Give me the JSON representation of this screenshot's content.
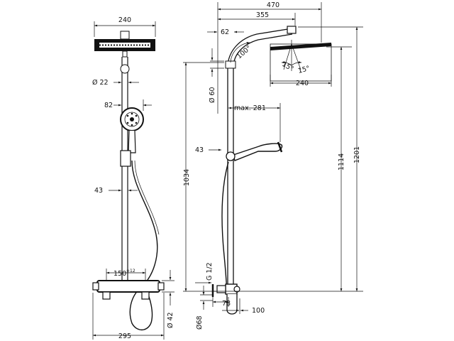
{
  "diagram": {
    "front_view": {
      "dims": {
        "head_width": "240",
        "pipe_diameter": "Ø 22",
        "handshower_offset": "82",
        "holder_offset": "43",
        "thermostat_centers": "150",
        "thermostat_tolerance": "±12",
        "thermostat_diameter": "Ø 42",
        "overall_width": "295"
      }
    },
    "side_view": {
      "dims": {
        "overall_depth": "470",
        "arm_reach": "355",
        "head_offset": "62",
        "arm_angle": "100°",
        "tilt_1": "15°",
        "tilt_2": "15°",
        "head_depth": "240",
        "slider_diameter": "Ø 60",
        "slider_travel": "max. 281",
        "holder_offset": "43",
        "slider_height": "1034",
        "thread": "G 1/2",
        "head_height_min": "1114",
        "head_height_max": "1201",
        "escutcheon_diameter": "Ø68",
        "wall_offset": "78",
        "outlet_offset": "100"
      }
    }
  }
}
